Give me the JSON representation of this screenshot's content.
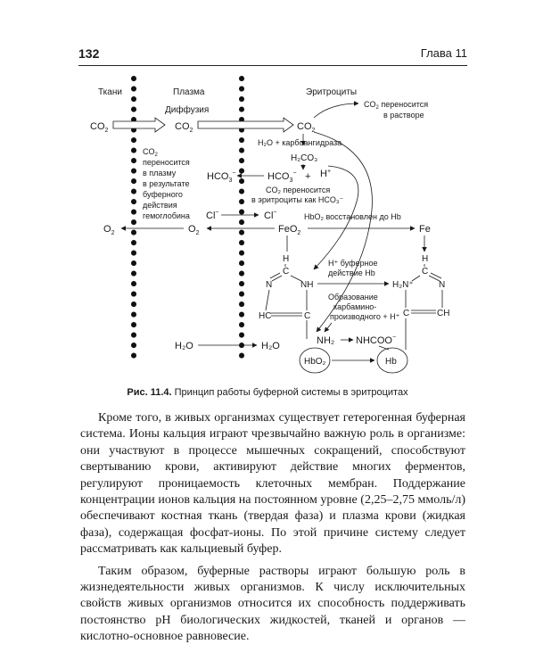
{
  "header": {
    "page_number": "132",
    "chapter": "Глава 11"
  },
  "figure": {
    "col_labels": {
      "tissues": "Ткани",
      "plasma": "Плазма",
      "erythrocytes": "Эритроциты"
    },
    "diffusion": "Диффузия",
    "co2": "CO",
    "co2_dissolved_1": "CO",
    "co2_dissolved_2": "переносится",
    "co2_dissolved_3": "в растворе",
    "carbonic_anhydrase": "H₂O + карбоангидраза",
    "h2co3": "H₂CO₃",
    "hco3": "HCO",
    "plus": "+",
    "h_plus": "H",
    "co2_as_hco3_1": "CO₂ переносится",
    "co2_as_hco3_2": "в эритроциты как HCO₃⁻",
    "plasma_note_1": "CO",
    "plasma_note_2": "переносится",
    "plasma_note_3": "в плазму",
    "plasma_note_4": "в результате",
    "plasma_note_5": "буферного",
    "plasma_note_6": "действия",
    "plasma_note_7": "гемоглобина",
    "cl": "Cl",
    "hbo2_reduced": "HbO₂ восстановлен до Hb",
    "o2": "O",
    "feo2": "FeO",
    "fe": "Fe",
    "h_buffer_1": "H⁺ буферное",
    "h_buffer_2": "действие Hb",
    "carbamino_1": "Образование",
    "carbamino_2": "карбамино-",
    "carbamino_3": "производного + H⁺",
    "atom_h": "H",
    "atom_c": "C",
    "atom_n": "N",
    "atom_nh": "NH",
    "atom_hc": "HC",
    "atom_ch": "CH",
    "h2n_plus": "H₂N⁺",
    "nh2": "NH₂",
    "nhcoo": "NHCOO",
    "hbo2": "HbO₂",
    "hb": "Hb",
    "water": "H₂O",
    "minus": "−",
    "sub2": "2",
    "sub3": "3"
  },
  "caption": {
    "label": "Рис. 11.4.",
    "text": "Принцип работы буферной системы в эритроцитах"
  },
  "body": {
    "p1": "Кроме того, в живых организмах существует гетерогенная буферная система. Ионы кальция играют чрезвычайно важную роль в организме: они участвуют в процессе мышечных сокращений, способствуют свертыванию крови, активируют действие многих ферментов, регулируют проницаемость клеточных мембран. Поддержание концентрации ионов кальция на постоянном уровне (2,25–2,75 ммоль/л) обеспечивают костная ткань (твердая фаза) и плазма крови (жидкая фаза), содержащая фосфат-ионы. По этой причине систему следует рассматривать как кальциевый буфер.",
    "p2": "Таким образом, буферные растворы играют большую роль в жизнедеятельности живых организмов. К числу исключительных свойств живых организмов относится их способность поддерживать постоянство pH биологических жидкостей, тканей и органов — кислотно-основное равновесие."
  }
}
